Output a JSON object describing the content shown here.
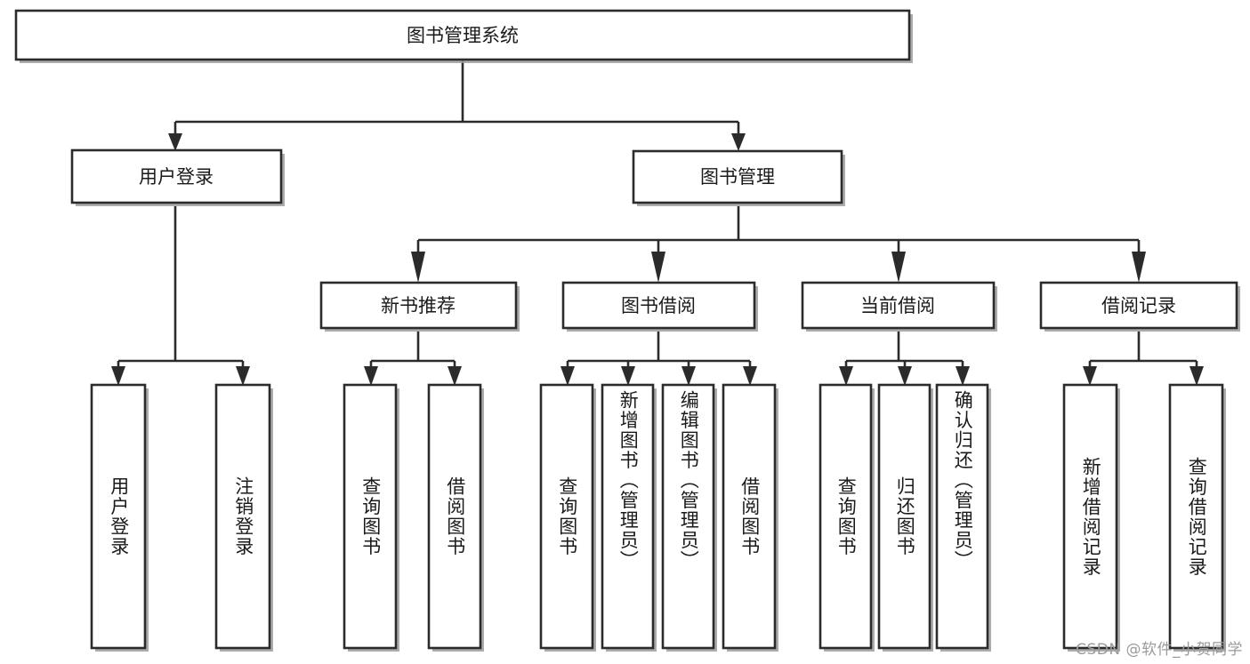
{
  "diagram": {
    "title": "图书管理系统",
    "type": "tree-hierarchy-diagram",
    "orientation": "top-down",
    "colors": {
      "box_fill": "#ffffff",
      "box_stroke": "#2b2b2b",
      "connector": "#2b2b2b",
      "text": "#1a1a1a",
      "background": "#ffffff",
      "watermark": "#9b9b9b"
    },
    "root": {
      "id": "root",
      "label": "图书管理系统",
      "orientation": "horizontal"
    },
    "level2": [
      {
        "id": "user-login",
        "label": "用户登录",
        "orientation": "horizontal"
      },
      {
        "id": "book-manage",
        "label": "图书管理",
        "orientation": "horizontal"
      }
    ],
    "level3": [
      {
        "id": "new-book-recommend",
        "label": "新书推荐",
        "orientation": "horizontal",
        "parent": "book-manage"
      },
      {
        "id": "book-borrow",
        "label": "图书借阅",
        "orientation": "horizontal",
        "parent": "book-manage"
      },
      {
        "id": "current-borrow",
        "label": "当前借阅",
        "orientation": "horizontal",
        "parent": "book-manage"
      },
      {
        "id": "borrow-record",
        "label": "借阅记录",
        "orientation": "horizontal",
        "parent": "book-manage"
      }
    ],
    "leaves": [
      {
        "id": "leaf-user-login",
        "label": "用户登录",
        "orientation": "vertical",
        "parent": "user-login"
      },
      {
        "id": "leaf-logout-login",
        "label": "注销登录",
        "orientation": "vertical",
        "parent": "user-login"
      },
      {
        "id": "leaf-query-book-1",
        "label": "查询图书",
        "orientation": "vertical",
        "parent": "new-book-recommend"
      },
      {
        "id": "leaf-borrow-book-1",
        "label": "借阅图书",
        "orientation": "vertical",
        "parent": "new-book-recommend"
      },
      {
        "id": "leaf-query-book-2",
        "label": "查询图书",
        "orientation": "vertical",
        "parent": "book-borrow"
      },
      {
        "id": "leaf-add-book-admin",
        "label": "新增图书（管理员）",
        "orientation": "vertical",
        "parent": "book-borrow"
      },
      {
        "id": "leaf-edit-book-admin",
        "label": "编辑图书（管理员）",
        "orientation": "vertical",
        "parent": "book-borrow"
      },
      {
        "id": "leaf-borrow-book-2",
        "label": "借阅图书",
        "orientation": "vertical",
        "parent": "book-borrow"
      },
      {
        "id": "leaf-query-book-3",
        "label": "查询图书",
        "orientation": "vertical",
        "parent": "current-borrow"
      },
      {
        "id": "leaf-return-book",
        "label": "归还图书",
        "orientation": "vertical",
        "parent": "current-borrow"
      },
      {
        "id": "leaf-confirm-return-admin",
        "label": "确认归还（管理员）",
        "orientation": "vertical",
        "parent": "current-borrow"
      },
      {
        "id": "leaf-add-borrow-record",
        "label": "新增借阅记录",
        "orientation": "vertical",
        "parent": "borrow-record"
      },
      {
        "id": "leaf-query-borrow-record",
        "label": "查询借阅记录",
        "orientation": "vertical",
        "parent": "borrow-record"
      }
    ]
  },
  "watermark": {
    "text": "CSDN @软件_小贺同学"
  }
}
